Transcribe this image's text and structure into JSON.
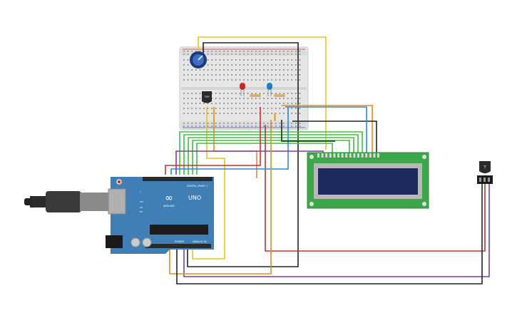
{
  "board": {
    "logo": "∞",
    "brand": "UNO",
    "sub_brand": "ARDUINO",
    "digital_label": "DIGITAL (PWM~)",
    "power_label": "POWER",
    "analog_label": "ANALOG IN",
    "on_label": "ON",
    "tx_label": "TX",
    "rx_label": "RX",
    "led_label": "L"
  },
  "components": {
    "temp_sensor_label": "TMP",
    "sensor_pin_label": "T"
  },
  "colors": {
    "background": "#ffffff",
    "arduino_board": "#3f7fb5",
    "lcd_pcb": "#3da84a",
    "lcd_screen": "#1f2a5e",
    "breadboard": "#e8e8e8",
    "wire_yellow": "#e8c619",
    "wire_green": "#3fbf3f",
    "wire_red": "#d42a2a",
    "wire_black": "#222222",
    "wire_orange": "#e88a1a",
    "wire_purple": "#7b3fa0",
    "wire_blue": "#2a8ad4"
  }
}
